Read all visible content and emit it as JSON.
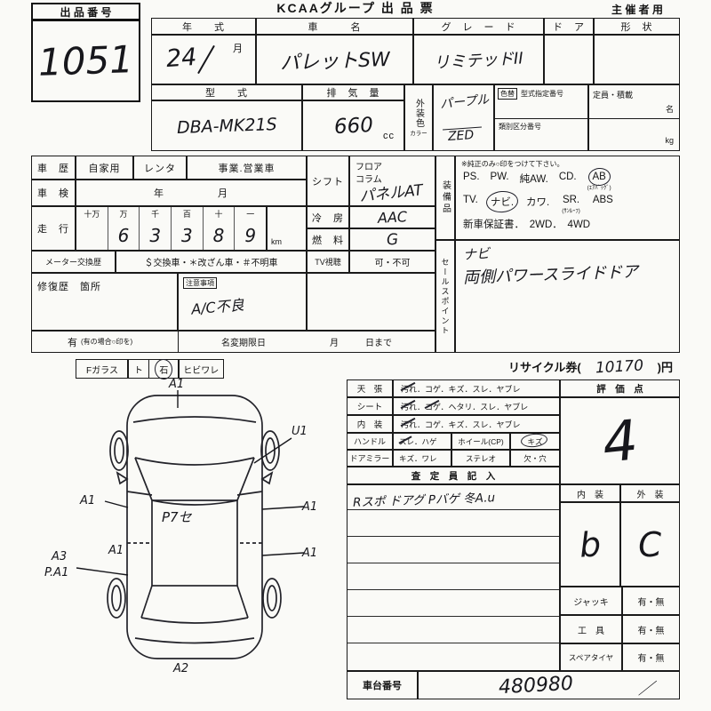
{
  "header": {
    "auction_no_label": "出 品 番 号",
    "auction_no": "1051",
    "title": "KCAAグループ 出 品 票",
    "organizer": "主 催 者 用"
  },
  "top": {
    "year_label": "年　　式",
    "year_value": "24",
    "month": "月",
    "name_label": "車　　　名",
    "name_value": "パレットSW",
    "grade_label": "グ　レ　ー　ド",
    "grade_value": "リミテッドII",
    "door_label": "ド　ア",
    "shape_label": "形　状",
    "model_label": "型　　式",
    "model_value": "DBA-MK21S",
    "disp_label": "排　気　量",
    "disp_value": "660",
    "disp_unit": "cc",
    "color_label": "外装色",
    "color_sub": "カラー",
    "color_value": "パープル",
    "color_code": "ZED",
    "repaint_label": "色替",
    "type_no_label": "型式指定番号",
    "class_no_label": "類別区分番号",
    "capacity_label": "定員・積載",
    "capacity_persons": "名",
    "capacity_weight": "kg"
  },
  "history": {
    "label": "車　歴",
    "opt_private": "自家用",
    "opt_rental": "レンタ",
    "opt_business": "事業.営業車",
    "inspection_label": "車　検",
    "inspection_year": "年",
    "inspection_month": "月",
    "mileage_label": "走　行",
    "digit_headers": [
      "十万",
      "万",
      "千",
      "百",
      "十",
      "一"
    ],
    "digits": [
      "",
      "6",
      "3",
      "3",
      "8",
      "9"
    ],
    "mileage_unit": "km",
    "meter_label": "メーター交換歴",
    "meter_options": "＄交換車・＊改ざん車・＃不明車",
    "repair_label": "修復歴　箇所",
    "caution_label": "注意事項",
    "caution_value": "A/C不良",
    "has_label": "有",
    "has_note": "(有の場合○印を)",
    "namechange_label": "名変期限日",
    "namechange_month": "月",
    "namechange_day": "日まで"
  },
  "equip": {
    "shift_label": "シフト",
    "shift_opt1": "フロア",
    "shift_opt2": "コラム",
    "shift_value": "パネルAT",
    "ac_label": "冷　房",
    "ac_value": "AAC",
    "fuel_label": "燃　料",
    "fuel_value": "G",
    "tv_label": "TV視聴",
    "tv_options": "可・不可",
    "equip_label": "装備品",
    "equip_note": "※純正のみ○印をつけて下さい。",
    "line1": [
      "PS.",
      "PW.",
      "純AW.",
      "CD.",
      "AB"
    ],
    "line1_sub": "(ｴｱﾊﾞｯｸﾞ)",
    "line2": [
      "TV.",
      "ナビ.",
      "カワ.",
      "SR.",
      "ABS"
    ],
    "line2_sub": "(ｻﾝﾙｰﾌ)",
    "line3": "新車保証書．　2WD．　4WD",
    "sales_label": "セールスポイント",
    "sales_line1": "ナビ",
    "sales_line2": "両側パワースライドドア"
  },
  "glass": {
    "f": "Fガラス",
    "to": "ト",
    "stone": "石",
    "crack": "ヒビワレ"
  },
  "diagram": {
    "a1_top": "A1",
    "u1": "U1",
    "a1_left_front": "A1",
    "roof_note": "P7セ",
    "a1_right_front": "A1",
    "a1_left_rear": "A1",
    "a1_right_rear": "A1",
    "a3": "A3",
    "pa1": "P.A1",
    "a2": "A2"
  },
  "recycle": {
    "label": "リサイクル券(",
    "value": "10170",
    "suffix": ")円"
  },
  "condition": {
    "rows": [
      {
        "label": "天　張",
        "items": "汚れ．コゲ．キズ．スレ．ヤブレ"
      },
      {
        "label": "シート",
        "items": "汚れ．コゲ．ヘタリ．スレ．ヤブレ"
      },
      {
        "label": "内　装",
        "items": "汚れ．コゲ．キズ．スレ．ヤブレ"
      },
      {
        "label": "ハンドル",
        "items": "スレ．ハゲ",
        "extra_label": "ホイール(CP)",
        "extra": "キズ"
      },
      {
        "label": "ドアミラー",
        "items": "キズ．ワレ",
        "extra_label": "ステレオ",
        "extra": "欠・穴"
      }
    ],
    "assessor_label": "査　定　員　記　入",
    "assessor_note": "Rスポ ドアグ Pバゲ 冬A.u"
  },
  "score": {
    "label": "評　価　点",
    "value": "4",
    "interior_label": "内　装",
    "exterior_label": "外　装",
    "interior_value": "b",
    "exterior_value": "C",
    "jack_label": "ジャッキ",
    "jack_options": "有・無",
    "tool_label": "工　具",
    "tool_options": "有・無",
    "spare_label": "スペアタイヤ",
    "spare_options": "有・無"
  },
  "chassis": {
    "label": "車台番号",
    "value": "480980",
    "mark": "／"
  }
}
